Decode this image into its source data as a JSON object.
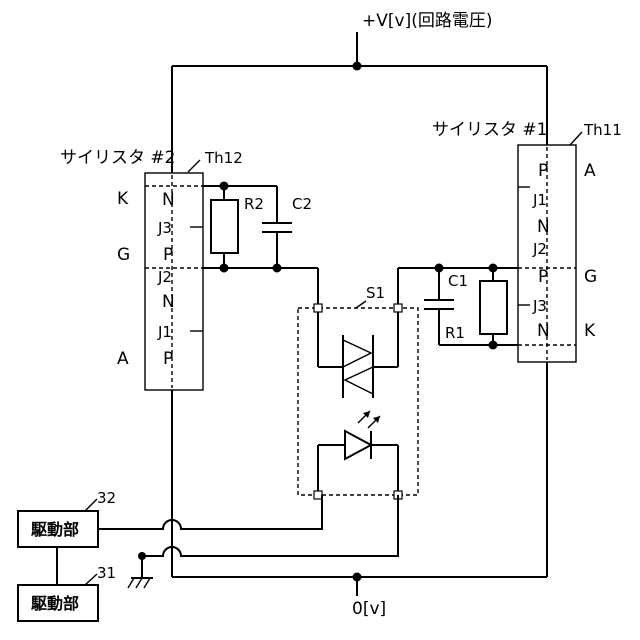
{
  "supply": {
    "top_label": "+V[v](回路電圧)",
    "bottom_label": "0[v]"
  },
  "thyristor_left": {
    "title": "サイリスタ #2",
    "ref": "Th12",
    "layers": [
      "N",
      "J3",
      "P",
      "J2",
      "N",
      "J1",
      "P"
    ],
    "terminals": [
      "K",
      "G",
      "A"
    ]
  },
  "thyristor_right": {
    "title": "サイリスタ #1",
    "ref": "Th11",
    "layers": [
      "P",
      "J1",
      "N",
      "J2",
      "P",
      "J3",
      "N"
    ],
    "terminals": [
      "A",
      "G",
      "K"
    ]
  },
  "components": {
    "r2": "R2",
    "c2": "C2",
    "r1": "R1",
    "c1": "C1",
    "s1": "S1"
  },
  "drive_units": [
    {
      "label": "駆動部",
      "ref": "32"
    },
    {
      "label": "駆動部",
      "ref": "31"
    }
  ]
}
